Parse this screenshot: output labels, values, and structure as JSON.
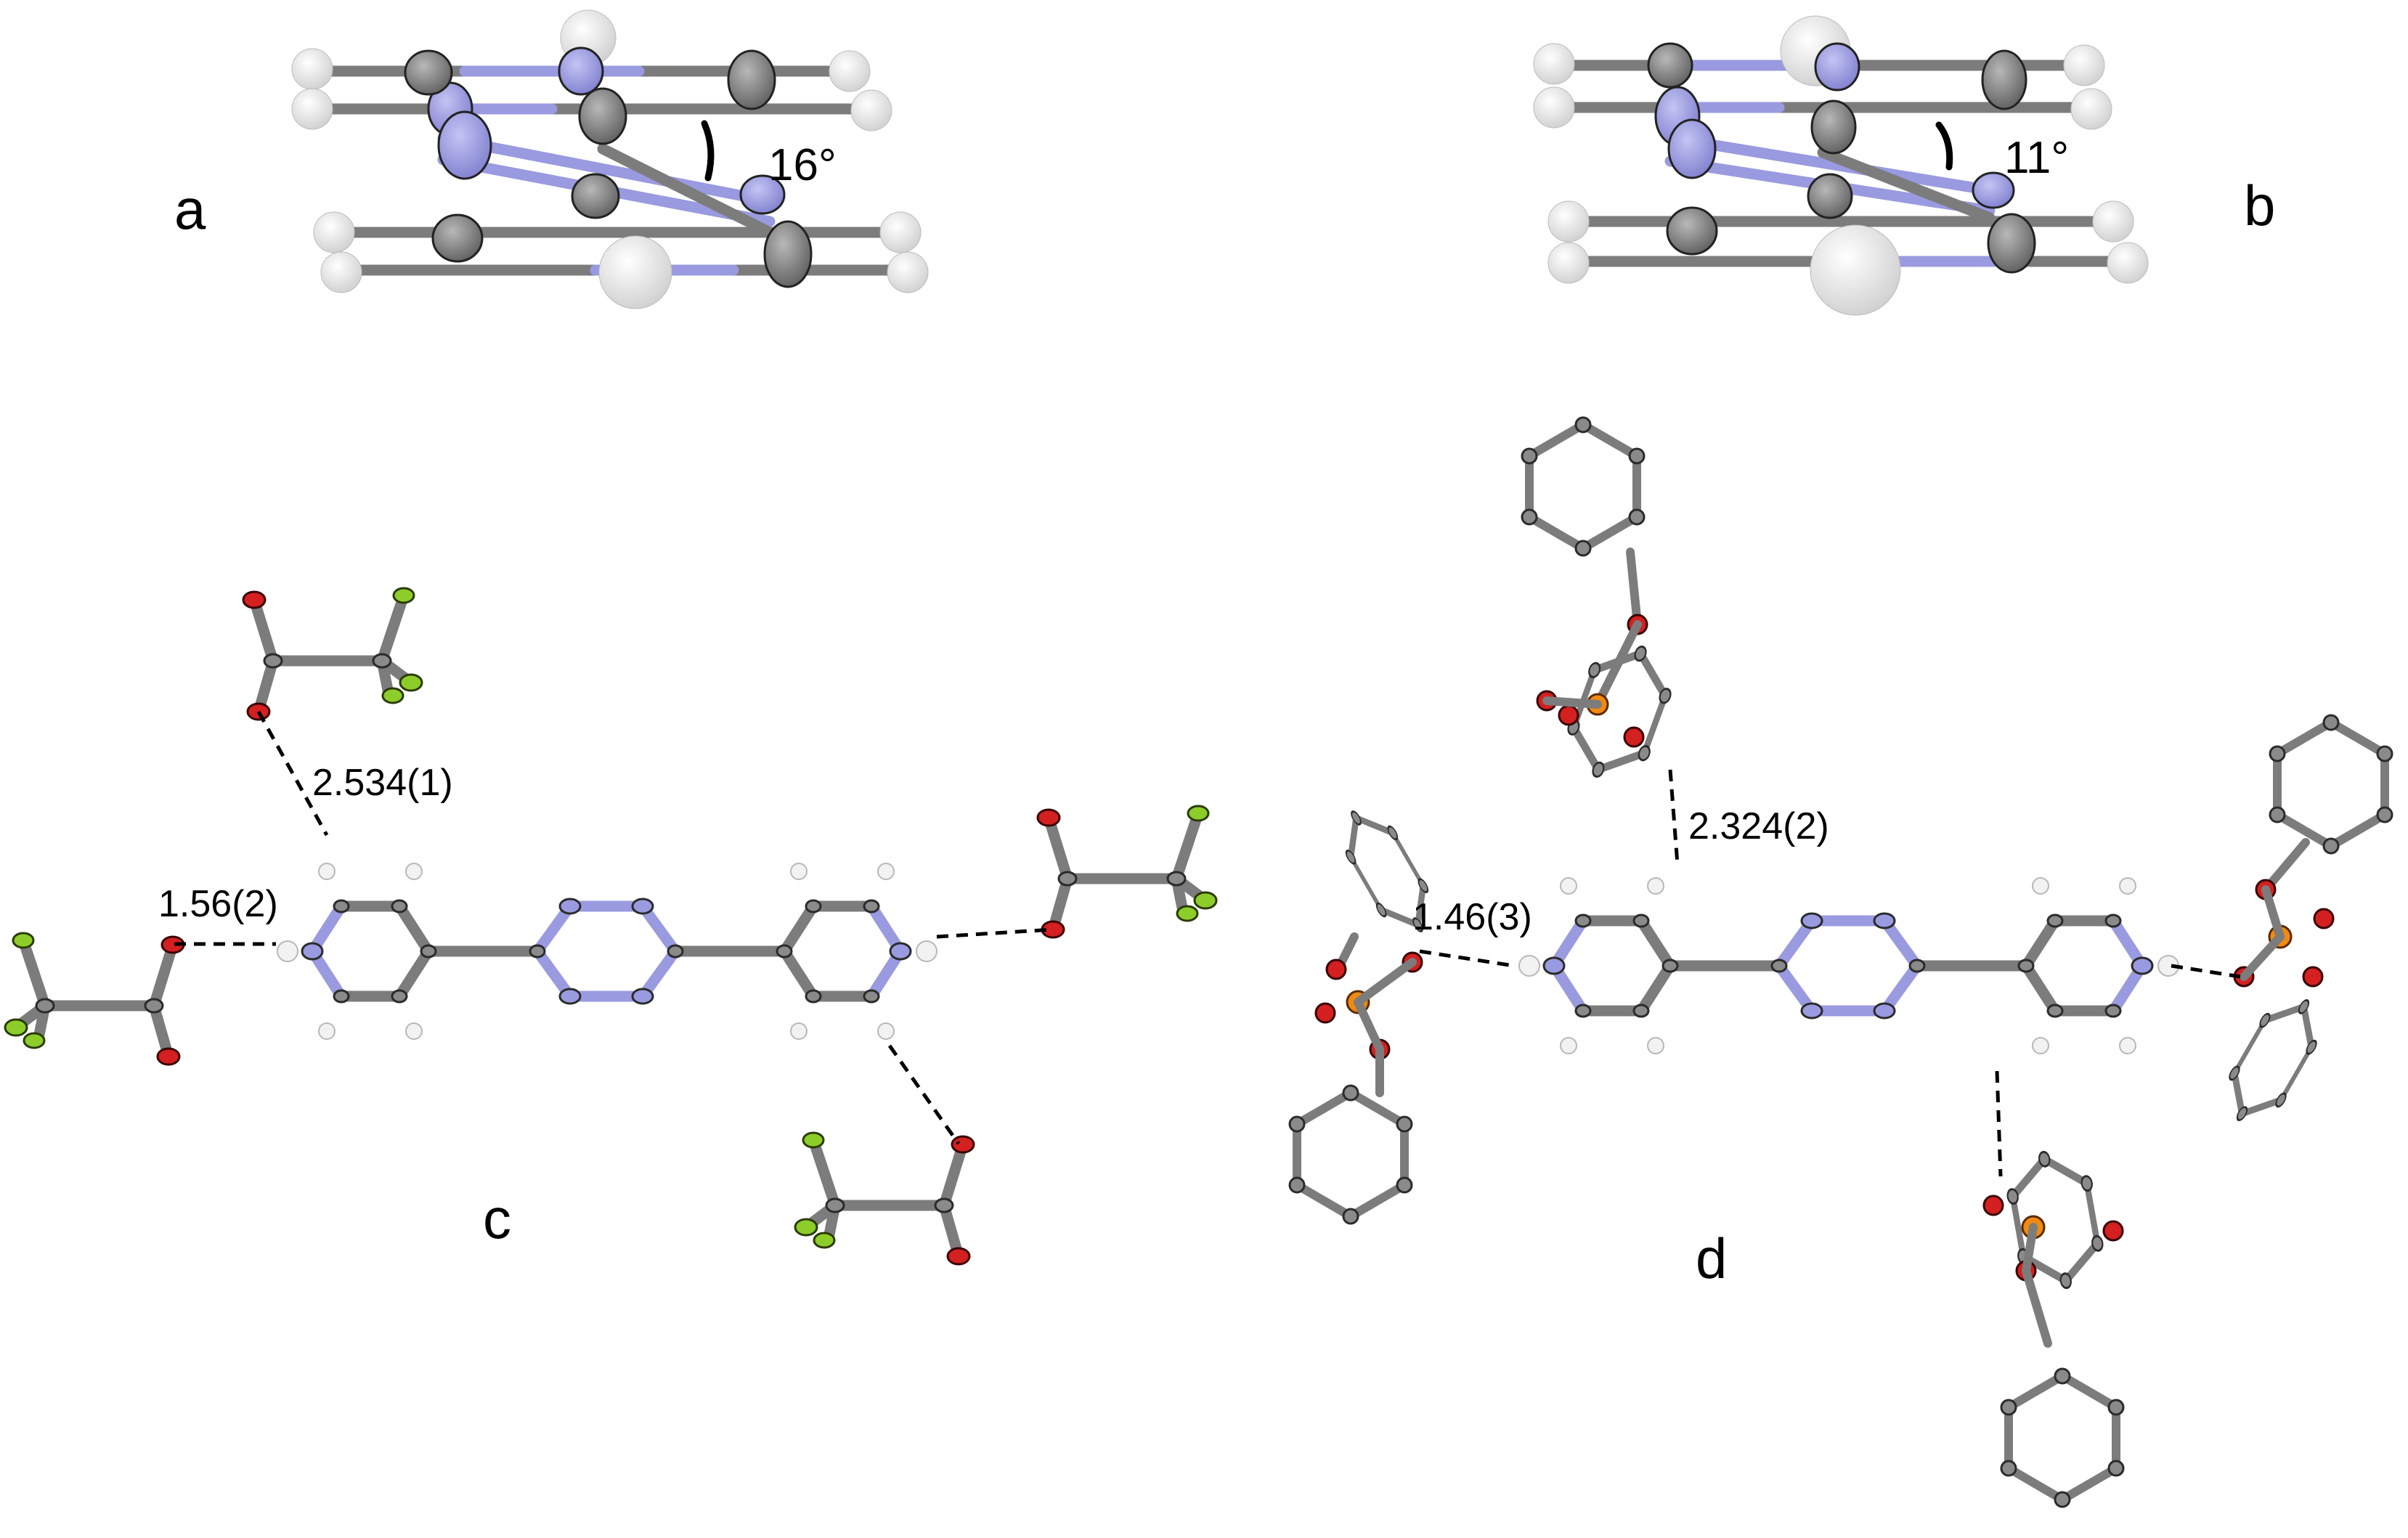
{
  "panels": {
    "a": {
      "label": "a",
      "angle": "16°"
    },
    "b": {
      "label": "b",
      "angle": "11°"
    },
    "c": {
      "label": "c",
      "dist_top": "2.534(1)",
      "dist_left": "1.56(2)"
    },
    "d": {
      "label": "d",
      "dist_top": "2.324(2)",
      "dist_left": "1.46(3)"
    }
  },
  "colors": {
    "carbon": "#8a8a8a",
    "nitrogen": "#9a9ae0",
    "oxygen": "#d42020",
    "fluorine": "#8ccd2a",
    "phosphorus": "#f08a10",
    "hydrogen": "#f2f2f2"
  }
}
